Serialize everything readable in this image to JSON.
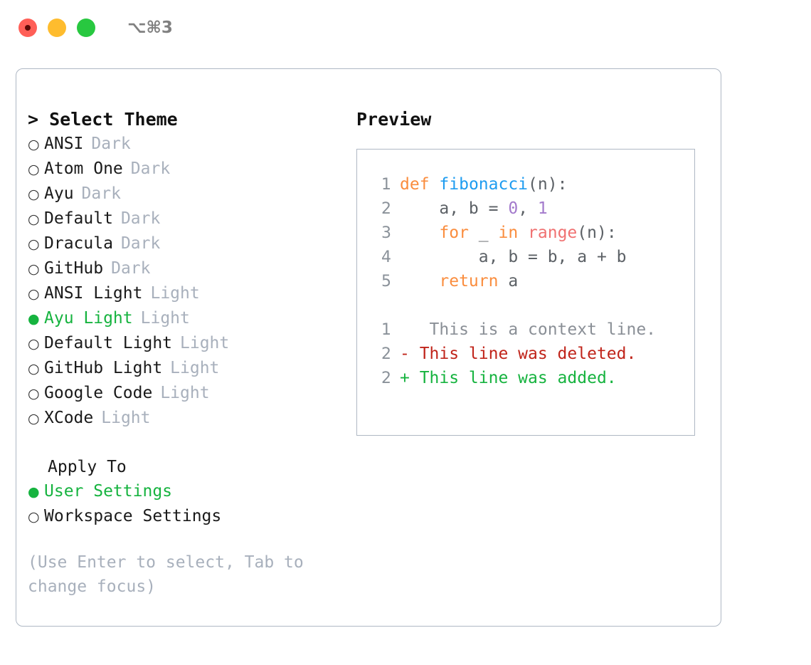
{
  "titlebar": {
    "shortcut": "⌥⌘3",
    "buttons": [
      {
        "name": "close",
        "color": "#FF5F57"
      },
      {
        "name": "minimize",
        "color": "#FEBC2E"
      },
      {
        "name": "zoom",
        "color": "#28C840"
      }
    ]
  },
  "left": {
    "heading": "> Select Theme",
    "radio_off_glyph": "○",
    "radio_on_glyph": "●",
    "themes": [
      {
        "name": "ANSI",
        "kind": "Dark",
        "selected": false
      },
      {
        "name": "Atom One",
        "kind": "Dark",
        "selected": false
      },
      {
        "name": "Ayu",
        "kind": "Dark",
        "selected": false
      },
      {
        "name": "Default",
        "kind": "Dark",
        "selected": false
      },
      {
        "name": "Dracula",
        "kind": "Dark",
        "selected": false
      },
      {
        "name": "GitHub",
        "kind": "Dark",
        "selected": false
      },
      {
        "name": "ANSI Light",
        "kind": "Light",
        "selected": false
      },
      {
        "name": "Ayu Light",
        "kind": "Light",
        "selected": true
      },
      {
        "name": "Default Light",
        "kind": "Light",
        "selected": false
      },
      {
        "name": "GitHub Light",
        "kind": "Light",
        "selected": false
      },
      {
        "name": "Google Code",
        "kind": "Light",
        "selected": false
      },
      {
        "name": "XCode",
        "kind": "Light",
        "selected": false
      }
    ],
    "apply_heading": "Apply To",
    "apply_options": [
      {
        "name": "User Settings",
        "selected": true
      },
      {
        "name": "Workspace Settings",
        "selected": false
      }
    ],
    "hint": "(Use Enter to select, Tab to change focus)"
  },
  "preview": {
    "title": "Preview",
    "code_lines": [
      {
        "num": "1",
        "tokens": [
          {
            "t": "def",
            "c": "kw"
          },
          {
            "t": " ",
            "c": "pl"
          },
          {
            "t": "fibonacci",
            "c": "fn"
          },
          {
            "t": "(n):",
            "c": "pl"
          }
        ]
      },
      {
        "num": "2",
        "tokens": [
          {
            "t": "    a, b = ",
            "c": "pl"
          },
          {
            "t": "0",
            "c": "num"
          },
          {
            "t": ", ",
            "c": "pl"
          },
          {
            "t": "1",
            "c": "num"
          }
        ]
      },
      {
        "num": "3",
        "tokens": [
          {
            "t": "    ",
            "c": "pl"
          },
          {
            "t": "for",
            "c": "kw"
          },
          {
            "t": " _ ",
            "c": "pl"
          },
          {
            "t": "in",
            "c": "kw"
          },
          {
            "t": " ",
            "c": "pl"
          },
          {
            "t": "range",
            "c": "bif"
          },
          {
            "t": "(n):",
            "c": "pl"
          }
        ]
      },
      {
        "num": "4",
        "tokens": [
          {
            "t": "        a, b = b, a + b",
            "c": "pl"
          }
        ]
      },
      {
        "num": "5",
        "tokens": [
          {
            "t": "    ",
            "c": "pl"
          },
          {
            "t": "return",
            "c": "kw"
          },
          {
            "t": " a",
            "c": "pl"
          }
        ]
      }
    ],
    "diff_lines": [
      {
        "num": "1",
        "marker": " ",
        "text": "  This is a context line.",
        "kind": "ctx"
      },
      {
        "num": "2",
        "marker": "-",
        "text": " This line was deleted.",
        "kind": "del"
      },
      {
        "num": "2",
        "marker": "+",
        "text": " This line was added.",
        "kind": "add"
      }
    ]
  },
  "colors": {
    "accent_green": "#16B33F",
    "muted": "#A8B0BC",
    "border": "#AFB8C4",
    "keyword": "#FA8D3E",
    "function": "#1E9CF0",
    "number": "#A37ACC",
    "builtin": "#F07171",
    "diff_deleted": "#C0241A",
    "diff_added": "#16B33F",
    "diff_context": "#8A8F96",
    "lineno": "#8A9199"
  }
}
